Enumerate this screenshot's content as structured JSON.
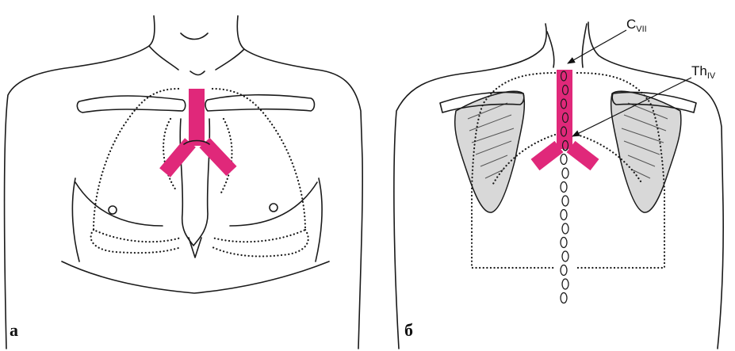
{
  "panels": [
    {
      "label": "а"
    },
    {
      "label": "б"
    }
  ],
  "callouts": {
    "cervical": {
      "main": "C",
      "sub": "VII"
    },
    "thoracic": {
      "main": "Th",
      "sub": "IV"
    }
  },
  "colors": {
    "trachea": "#e0287a",
    "outline": "#1a1a1a"
  }
}
